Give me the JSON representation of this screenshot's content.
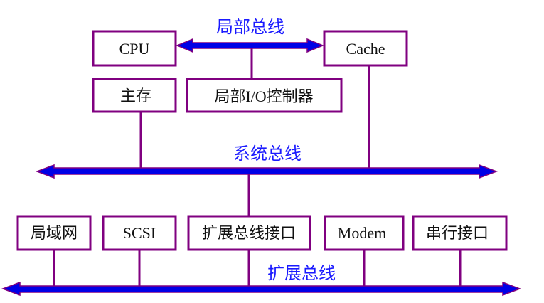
{
  "diagram": {
    "title": "",
    "colors": {
      "box_border": "#800080",
      "bus_fill": "#0000e6",
      "bus_outline": "#800080",
      "bus_label": "#1a1aff",
      "box_text": "#111111"
    },
    "buses": {
      "local": {
        "label": "局部总线"
      },
      "system": {
        "label": "系统总线"
      },
      "expansion": {
        "label": "扩展总线"
      }
    },
    "components": {
      "cpu": {
        "label": "CPU",
        "bus": "local"
      },
      "cache": {
        "label": "Cache",
        "bus": "local"
      },
      "main_memory": {
        "label": "主存",
        "bus": "system"
      },
      "local_io_controller": {
        "label": "局部I/O控制器",
        "bus": "local"
      },
      "lan": {
        "label": "局域网",
        "bus": "expansion"
      },
      "scsi": {
        "label": "SCSI",
        "bus": "expansion"
      },
      "expansion_bus_interface": {
        "label": "扩展总线接口",
        "bus": "system"
      },
      "modem": {
        "label": "Modem",
        "bus": "expansion"
      },
      "serial_interface": {
        "label": "串行接口",
        "bus": "expansion"
      }
    },
    "connections": [
      [
        "cpu",
        "local"
      ],
      [
        "cache",
        "local"
      ],
      [
        "local_io_controller",
        "local"
      ],
      [
        "cache",
        "system"
      ],
      [
        "main_memory",
        "system"
      ],
      [
        "expansion_bus_interface",
        "system"
      ],
      [
        "expansion_bus_interface",
        "expansion"
      ],
      [
        "lan",
        "expansion"
      ],
      [
        "scsi",
        "expansion"
      ],
      [
        "modem",
        "expansion"
      ],
      [
        "serial_interface",
        "expansion"
      ]
    ]
  }
}
